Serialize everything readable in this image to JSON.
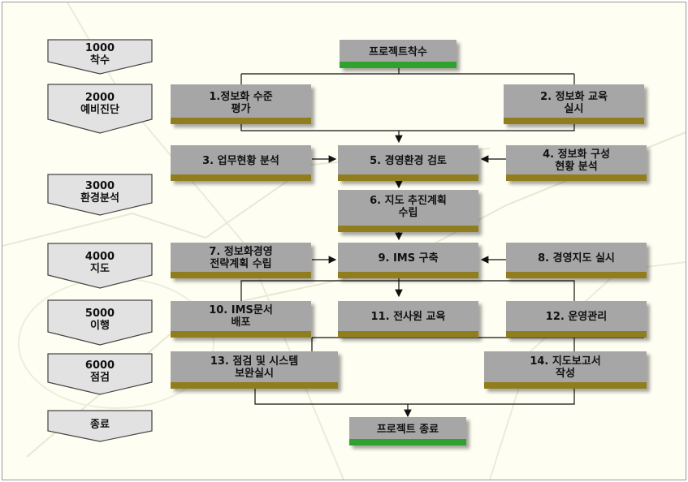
{
  "stages": [
    {
      "code": "1000",
      "name": "착수"
    },
    {
      "code": "2000",
      "name": "예비진단"
    },
    {
      "code": "3000",
      "name": "환경분석"
    },
    {
      "code": "4000",
      "name": "지도"
    },
    {
      "code": "5000",
      "name": "이행"
    },
    {
      "code": "6000",
      "name": "점검"
    },
    {
      "code": "",
      "name": "종료"
    }
  ],
  "nodes": {
    "start": "프로젝트착수",
    "n1": "1.정보화 수준\n평가",
    "n2": "2. 정보화 교육\n실시",
    "n3": "3. 업무현황 분석",
    "n5": "5. 경영환경 검토",
    "n4": "4. 정보화 구성\n현황 분석",
    "n6": "6. 지도 추진계획\n수립",
    "n7": "7. 정보화경영\n전략계획 수립",
    "n9": "9. IMS 구축",
    "n8": "8. 경영지도 실시",
    "n10": "10. IMS문서\n배포",
    "n11": "11. 전사원 교육",
    "n12": "12. 운영관리",
    "n13": "13. 점검 및 시스템\n보완실시",
    "n14": "14. 지도보고서\n작성",
    "end": "프로젝트 종료"
  },
  "colors": {
    "box": "#a6a6a6",
    "bar_gold": "#8f7d1e",
    "bar_green": "#2ea12e",
    "stage_fill": "#e2e2e2"
  }
}
